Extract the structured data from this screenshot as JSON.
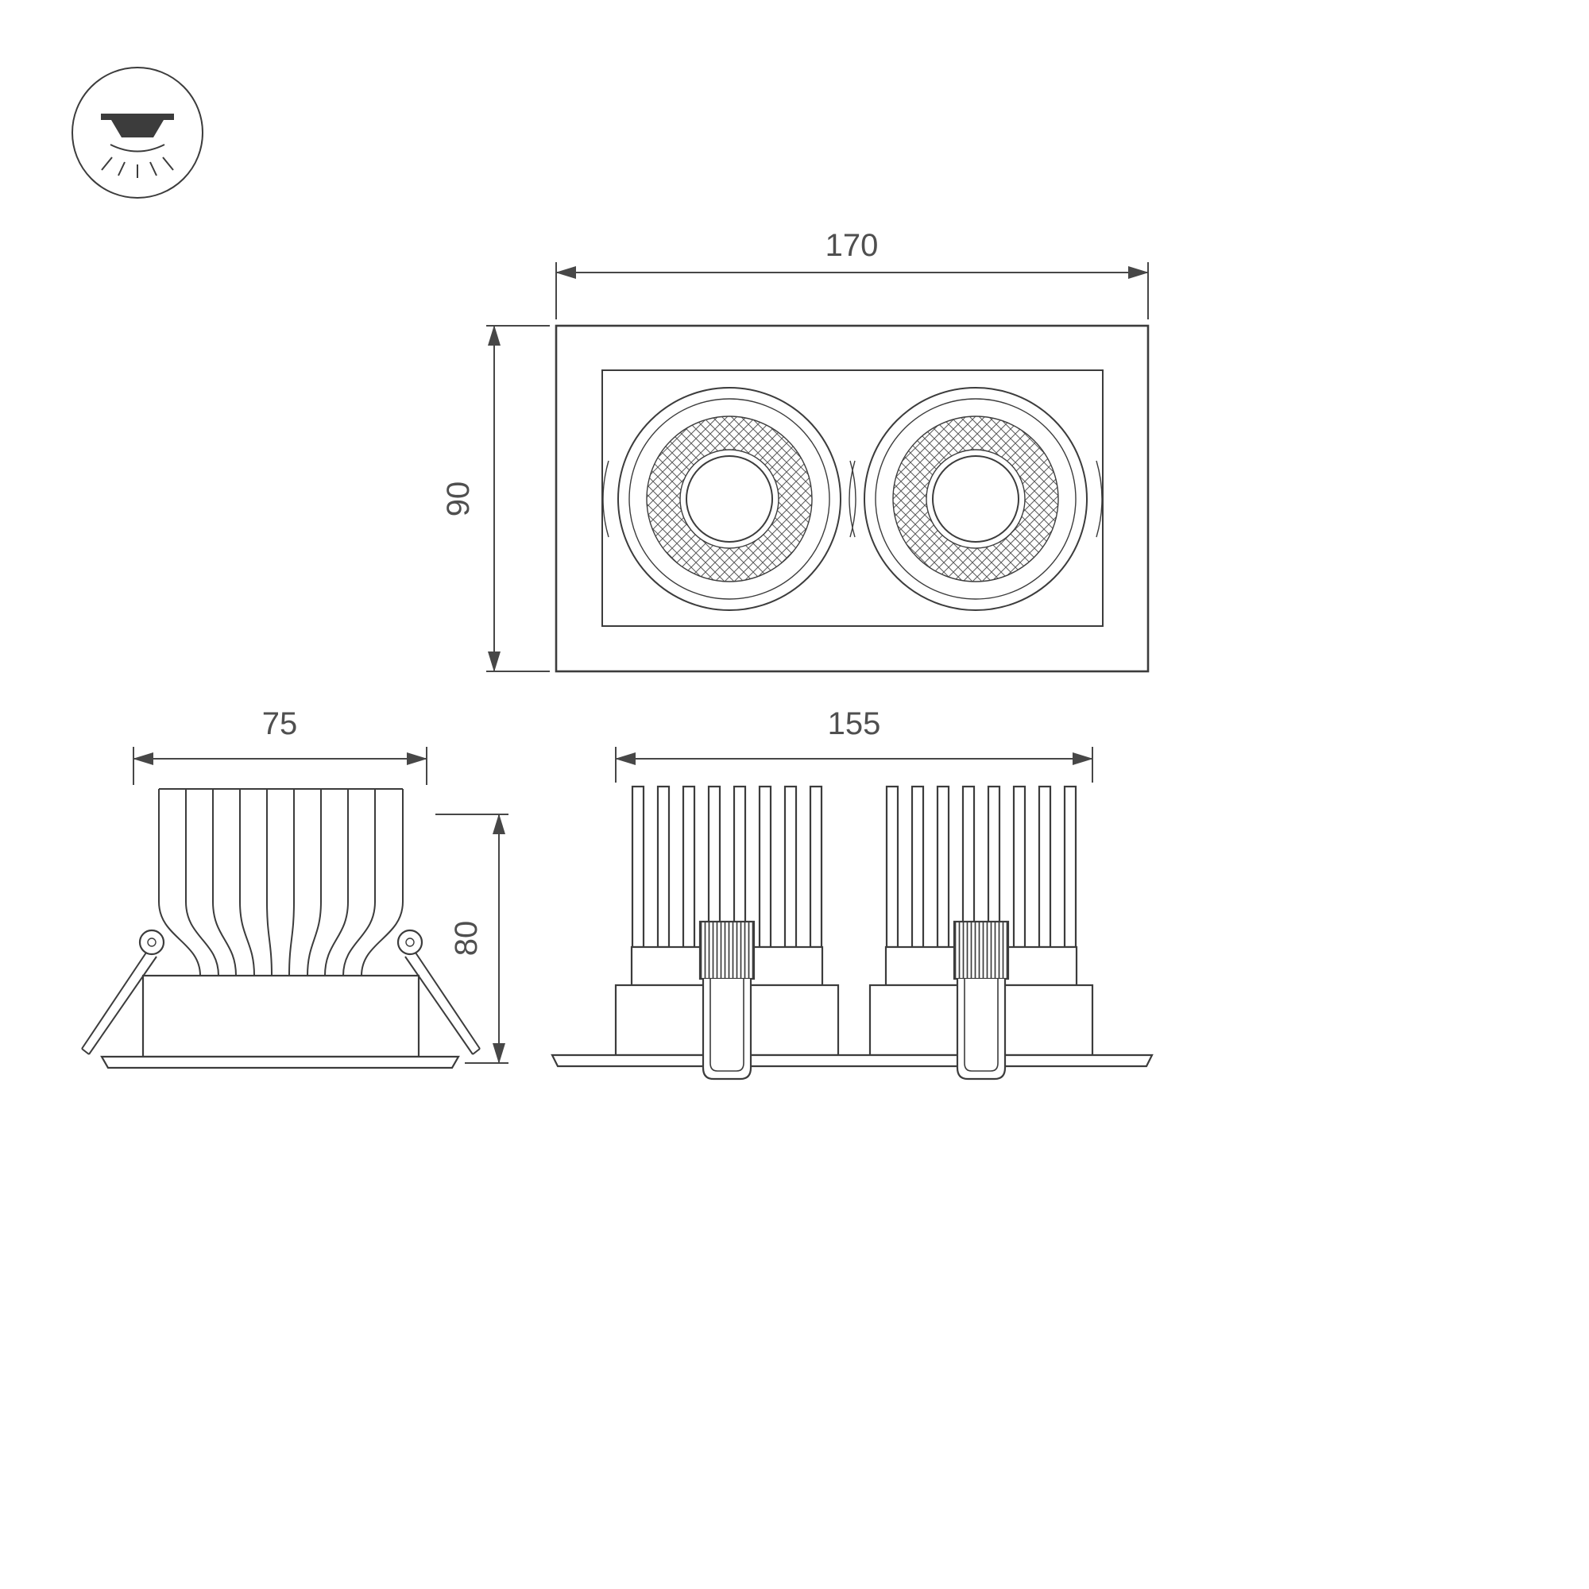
{
  "drawing": {
    "background_color": "#ffffff",
    "line_color": "#3c3c3c",
    "text_color": "#4f4f4f",
    "icon": {
      "name": "recessed-downlight-icon"
    },
    "dimensions": {
      "front_width": "170",
      "front_height": "90",
      "side_width": "75",
      "side_height": "80",
      "double_width": "155"
    }
  }
}
